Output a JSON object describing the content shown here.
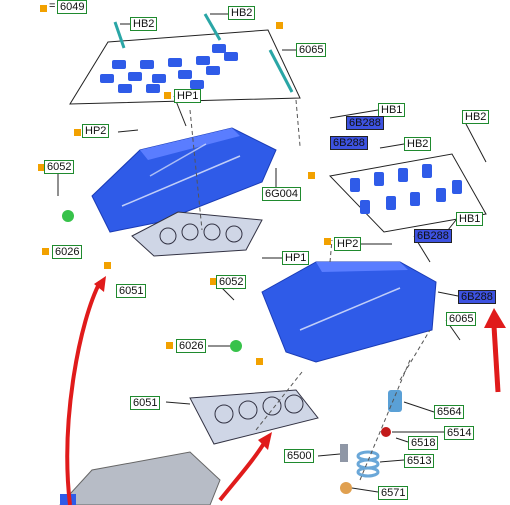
{
  "legend": {
    "code": "6049"
  },
  "callouts": {
    "hb2_top_left": "HB2",
    "hb2_top_right": "HB2",
    "c6065_top": "6065",
    "hp1_top": "HP1",
    "hb1_top": "HB1",
    "c6b288_a": "6B288",
    "c6b288_b": "6B288",
    "hb2_mid": "HB2",
    "hb2_far_right": "HB2",
    "hp2_top": "HP2",
    "c6052_top": "6052",
    "c6g004": "6G004",
    "c6026_top": "6026",
    "c6051_top": "6051",
    "hb1_mid": "HB1",
    "hp2_mid": "HP2",
    "c6b288_c": "6B288",
    "hp1_mid": "HP1",
    "c6052_mid": "6052",
    "c6b288_d": "6B288",
    "c6065_mid": "6065",
    "c6026_mid": "6026",
    "c6051_mid": "6051",
    "c6564": "6564",
    "c6514": "6514",
    "c6518": "6518",
    "c6500": "6500",
    "c6513": "6513",
    "c6571": "6571"
  },
  "colors": {
    "part": "#2f5be8",
    "callout_border": "#1f8a2e",
    "highlight": "#3d52e0",
    "marker": "#f2a100",
    "arrow": "#e01b1b"
  }
}
